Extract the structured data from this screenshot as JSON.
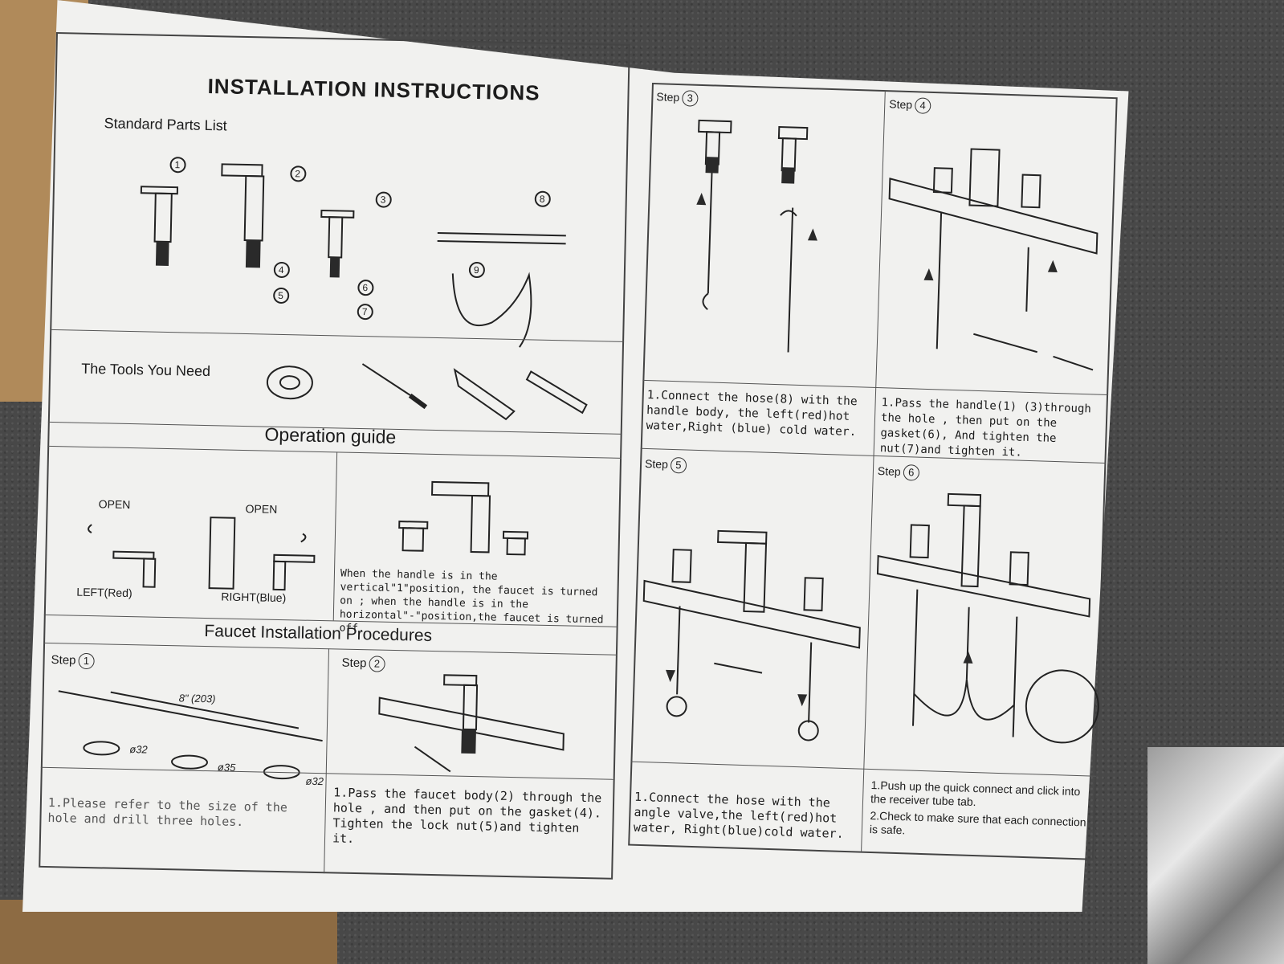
{
  "left_page": {
    "title": "INSTALLATION INSTRUCTIONS",
    "parts_heading": "Standard Parts List",
    "part_numbers": [
      "1",
      "2",
      "3",
      "4",
      "5",
      "6",
      "7",
      "8",
      "9"
    ],
    "tools_heading": "The Tools You Need",
    "operation_heading": "Operation guide",
    "open_left": "OPEN",
    "open_right": "OPEN",
    "left_label": "LEFT(Red)",
    "right_label": "RIGHT(Blue)",
    "operation_note": "When the handle is in the vertical\"1\"position, the faucet is turned on ; when the handle is in the horizontal\"-\"position,the faucet is turned off.",
    "procedures_heading": "Faucet Installation Procedures",
    "step_word": "Step",
    "step1_num": "1",
    "step2_num": "2",
    "dim_8": "8\" (203)",
    "dim_a": "ø32",
    "dim_b": "ø35",
    "dim_c": "ø32",
    "step1_text": "1.Please refer to the size of the hole and drill three holes.",
    "step2_text": "1.Pass the faucet body(2) through the hole , and then put on the gasket(4). Tighten the lock nut(5)and tighten it."
  },
  "right_page": {
    "step3_num": "3",
    "step4_num": "4",
    "step5_num": "5",
    "step6_num": "6",
    "step3_text": "1.Connect the hose(8) with the handle body, the left(red)hot water,Right (blue) cold water.",
    "step4_text": "1.Pass the handle(1) (3)through the hole , then put on the gasket(6), And tighten the nut(7)and tighten it.",
    "step5_text": "1.Connect the hose with the angle valve,the left(red)hot water, Right(blue)cold water.",
    "step6_text_1": "1.Push up the quick connect and click into the receiver tube tab.",
    "step6_text_2": "2.Check to make sure that each connection is safe."
  }
}
